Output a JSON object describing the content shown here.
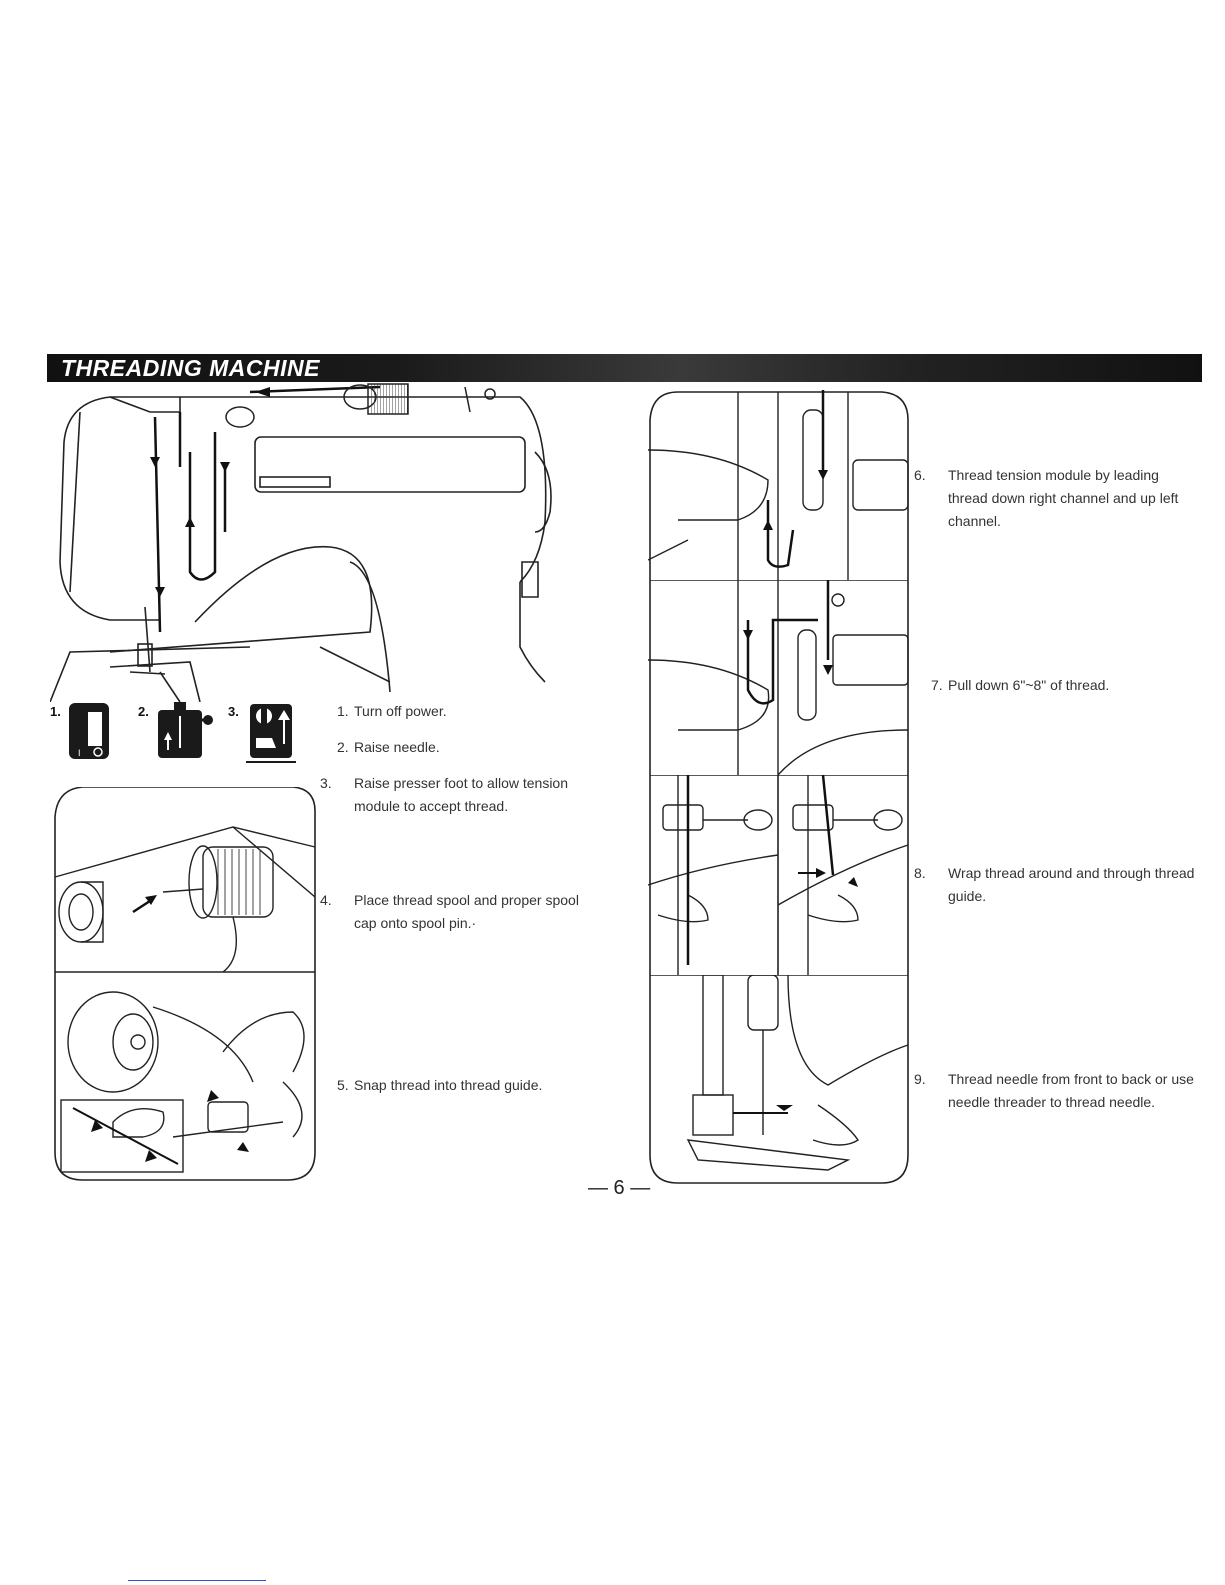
{
  "section_title": "THREADING MACHINE",
  "steps": [
    {
      "num": "1.",
      "text": "Turn off power."
    },
    {
      "num": "2.",
      "text": "Raise needle."
    },
    {
      "num": "3.",
      "text": "Raise presser foot to allow tension module to accept thread."
    },
    {
      "num": "4.",
      "text": "Place thread spool and proper spool cap onto spool pin.·"
    },
    {
      "num": "5.",
      "text": "Snap thread into thread guide."
    },
    {
      "num": "6.",
      "text": "Thread tension module by leading thread down right channel and up left channel."
    },
    {
      "num": "7.",
      "text": "Pull down 6\"~8\" of thread."
    },
    {
      "num": "8.",
      "text": "Wrap thread around and through thread guide."
    },
    {
      "num": "9.",
      "text": "Thread needle from front to back or use needle threader to thread needle."
    }
  ],
  "icon_labels": [
    "1.",
    "2.",
    "3."
  ],
  "page_number": "— 6 —"
}
